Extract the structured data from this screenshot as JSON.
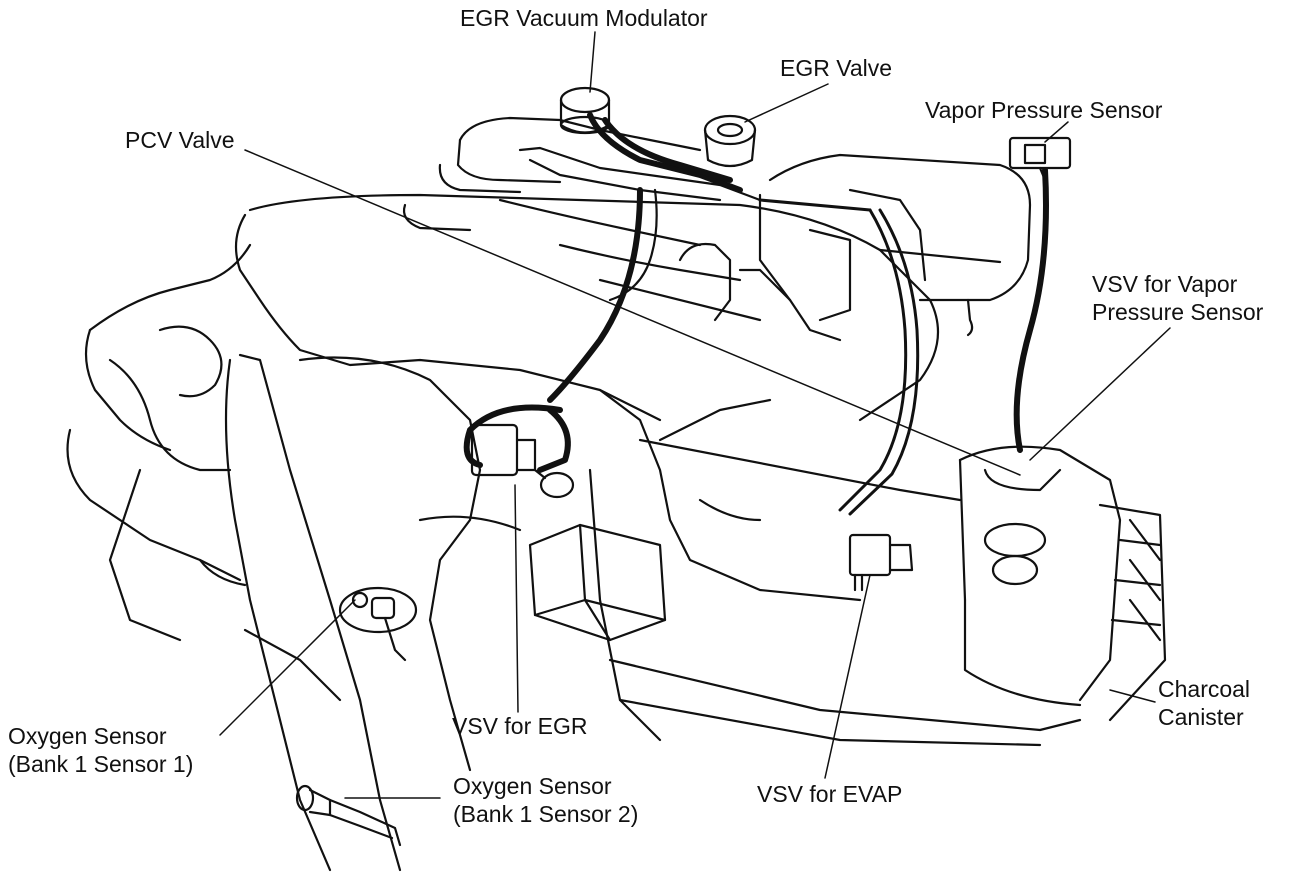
{
  "labels": {
    "egr_vacuum_modulator": "EGR Vacuum Modulator",
    "egr_valve": "EGR Valve",
    "vapor_pressure_sensor": "Vapor Pressure Sensor",
    "pcv_valve": "PCV Valve",
    "vsv_vapor_pressure_sensor": [
      "VSV for Vapor",
      "Pressure Sensor"
    ],
    "charcoal_canister": [
      "Charcoal",
      "Canister"
    ],
    "oxygen_sensor_b1s1": [
      "Oxygen Sensor",
      "(Bank 1 Sensor 1)"
    ],
    "vsv_egr": "VSV for EGR",
    "oxygen_sensor_b1s2": [
      "Oxygen Sensor",
      "(Bank 1 Sensor 2)"
    ],
    "vsv_evap": "VSV for EVAP"
  },
  "colors": {
    "ink": "#111111",
    "background": "#ffffff"
  }
}
